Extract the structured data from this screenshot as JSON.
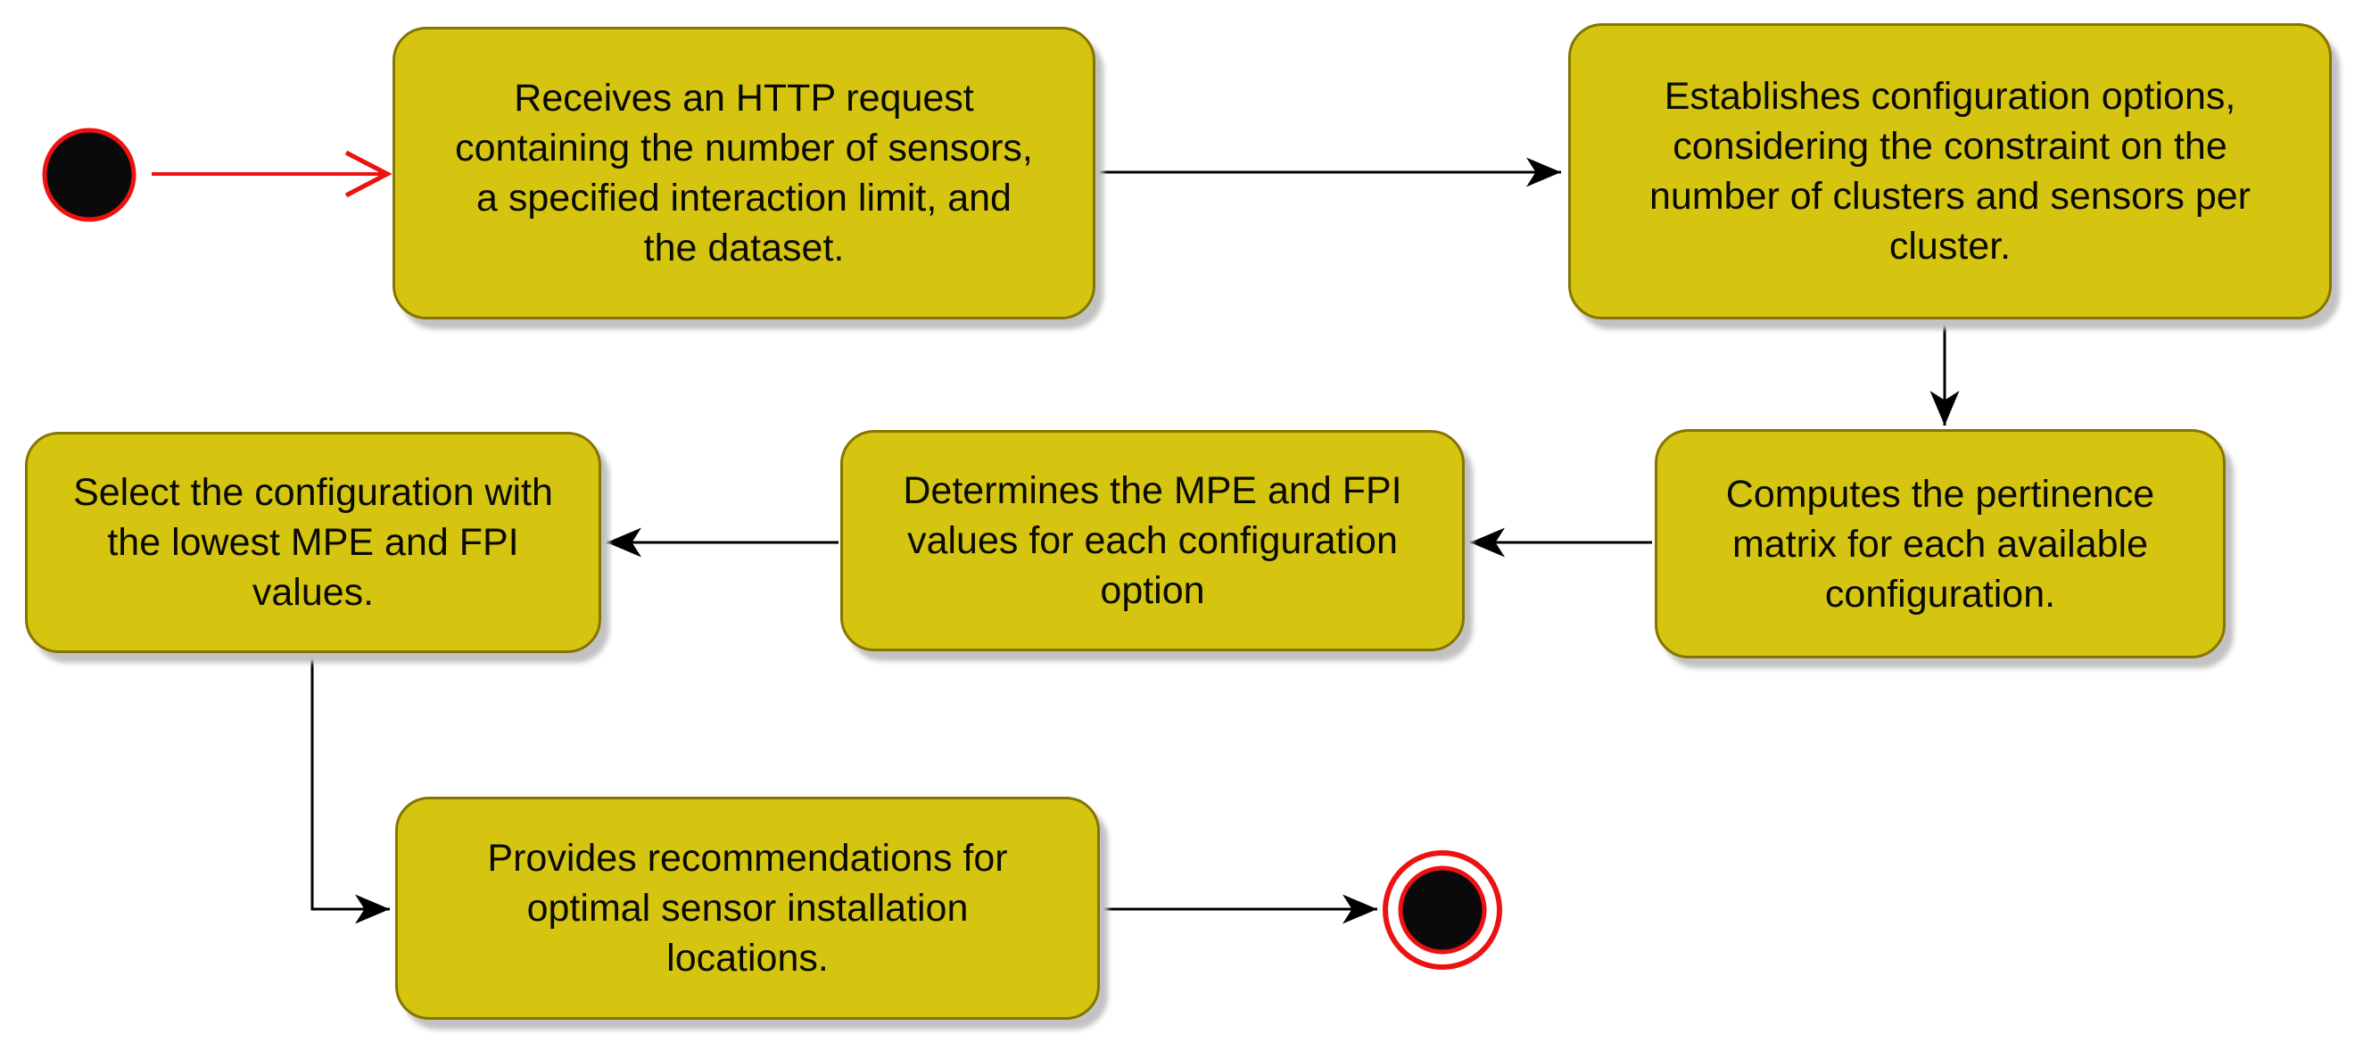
{
  "diagram": {
    "type": "uml-activity-flowchart",
    "background_color": "#ffffff",
    "node_fill_color": "#d5c511",
    "node_border_color": "#857500",
    "node_text_color": "#0a0a00",
    "shadow_color": "#c2c2c2",
    "connector_color": "#000000",
    "start_connector_color": "#ee1111",
    "start_node_fill": "#0a0a0a",
    "start_node_ring": "#ee1111",
    "end_node_fill": "#0a0a0a",
    "end_node_ring": "#ee1111",
    "nodes": [
      {
        "id": "start",
        "kind": "initial-node",
        "label": ""
      },
      {
        "id": "receive-request",
        "kind": "action",
        "label": "Receives an HTTP request\ncontaining the number of sensors,\na specified interaction limit, and\nthe dataset."
      },
      {
        "id": "establish-options",
        "kind": "action",
        "label": "Establishes configuration options,\nconsidering the constraint on the\nnumber of clusters and sensors per\ncluster."
      },
      {
        "id": "compute-matrix",
        "kind": "action",
        "label": "Computes the pertinence\nmatrix for each available\nconfiguration."
      },
      {
        "id": "determine-values",
        "kind": "action",
        "label": "Determines the MPE and FPI\nvalues for each configuration\noption"
      },
      {
        "id": "select-configuration",
        "kind": "action",
        "label": "Select the configuration with\nthe lowest MPE and FPI\nvalues."
      },
      {
        "id": "provide-recommendations",
        "kind": "action",
        "label": "Provides recommendations for\noptimal sensor installation\nlocations."
      },
      {
        "id": "end",
        "kind": "final-node",
        "label": ""
      }
    ],
    "edges": [
      {
        "from": "start",
        "to": "receive-request",
        "color": "#ee1111",
        "head": "open-chevron"
      },
      {
        "from": "receive-request",
        "to": "establish-options",
        "color": "#000000",
        "head": "stealth"
      },
      {
        "from": "establish-options",
        "to": "compute-matrix",
        "color": "#000000",
        "head": "stealth"
      },
      {
        "from": "compute-matrix",
        "to": "determine-values",
        "color": "#000000",
        "head": "stealth"
      },
      {
        "from": "determine-values",
        "to": "select-configuration",
        "color": "#000000",
        "head": "stealth"
      },
      {
        "from": "select-configuration",
        "to": "provide-recommendations",
        "color": "#000000",
        "head": "stealth"
      },
      {
        "from": "provide-recommendations",
        "to": "end",
        "color": "#000000",
        "head": "stealth"
      }
    ]
  }
}
